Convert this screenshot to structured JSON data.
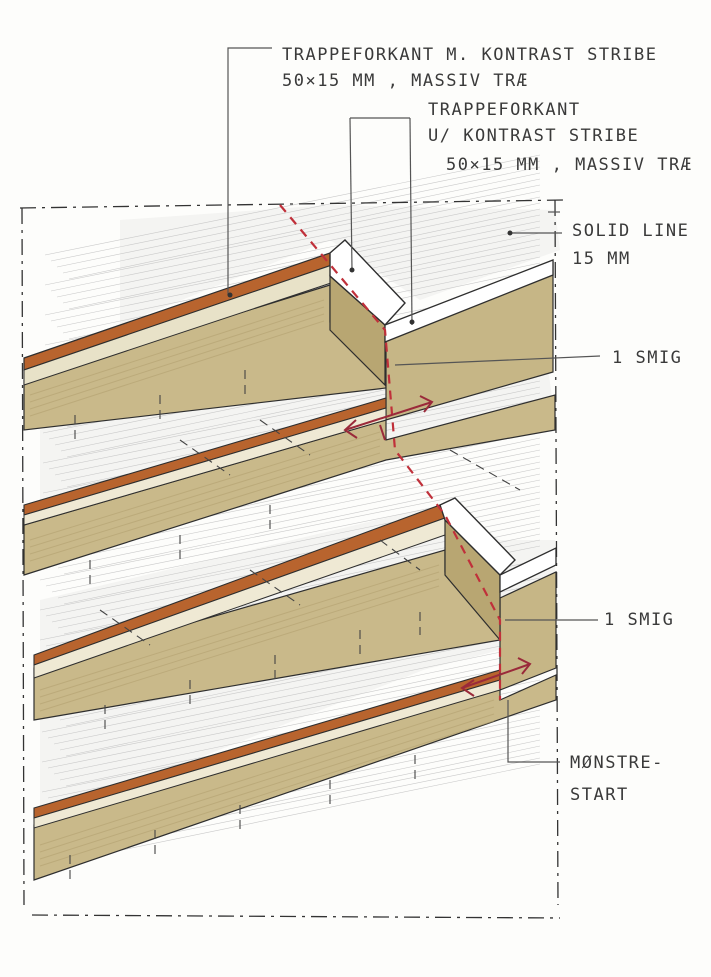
{
  "labels": {
    "nosing_with_stripe_line1": "TRAPPEFORKANT  M. KONTRAST STRIBE",
    "nosing_with_stripe_line2": "50×15 MM , MASSIV TRÆ",
    "nosing_without_stripe_line1": "TRAPPEFORKANT",
    "nosing_without_stripe_line2": "U/ KONTRAST STRIBE",
    "nosing_without_stripe_line3": "50×15 MM , MASSIV TRÆ",
    "solid_line_line1": "SOLID LINE",
    "solid_line_line2": "15 MM",
    "miter_upper": "1 SMIG",
    "miter_lower": "1 SMIG",
    "pattern_start_line1": "MØNSTRE-",
    "pattern_start_line2": "START"
  },
  "colors": {
    "wood_face": "#c9b98a",
    "wood_dark": "#b3a170",
    "contrast_stripe": "#b8642e",
    "cut_line": "#c0303a",
    "arrow": "#9a2a3a",
    "tread_hatch": "#c9c9c9"
  }
}
